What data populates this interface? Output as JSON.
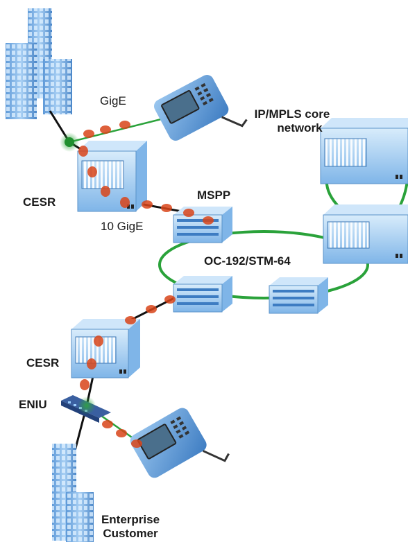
{
  "labels": {
    "gige": "GigE",
    "cesr_top": "CESR",
    "ten_gige": "10 GigE",
    "mspp": "MSPP",
    "core_line1": "IP/MPLS core",
    "core_line2": "network",
    "ring": "OC-192/STM-64",
    "cesr_bottom": "CESR",
    "eniu": "ENIU",
    "enterprise_line1": "Enterprise",
    "enterprise_line2": "Customer"
  },
  "colors": {
    "building": "#7fb3e6",
    "device": "#8fc3f0",
    "ring": "#2aa23a",
    "link": "#111111",
    "test_probe": "#d9451a",
    "handheld": "#6aa5e0"
  }
}
